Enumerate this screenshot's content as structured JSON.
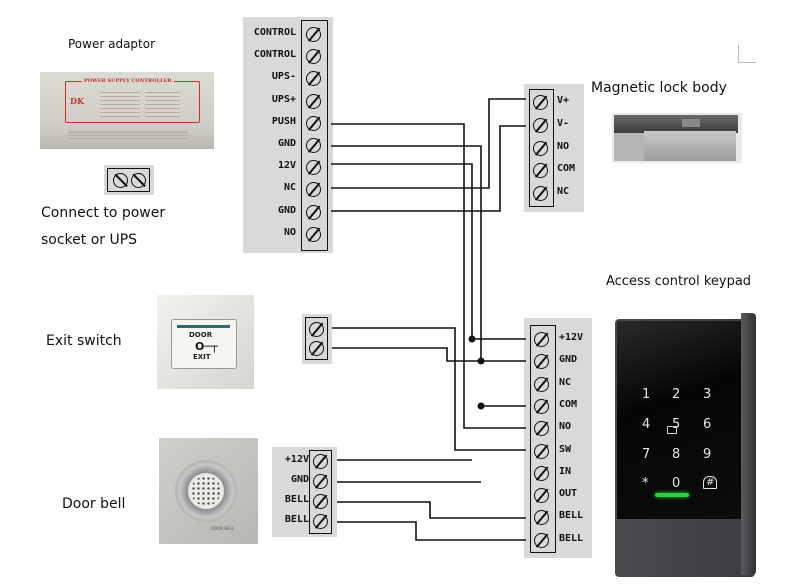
{
  "labels": {
    "power_adaptor": "Power adaptor",
    "connect_power_line1": "Connect to power",
    "connect_power_line2": "socket or UPS",
    "magnetic_lock": "Magnetic lock body",
    "keypad": "Access control keypad",
    "exit_switch": "Exit switch",
    "door_bell": "Door bell"
  },
  "power_supply": {
    "title": "POWER SUPPLY CONTROLLER",
    "brand": "DK",
    "terminals": [
      "CONTROL",
      "CONTROL",
      "UPS-",
      "UPS+",
      "PUSH",
      "GND",
      "12V",
      "NC",
      "GND",
      "NO"
    ]
  },
  "lock_terminals": [
    "V+",
    "V-",
    "NO",
    "COM",
    "NC"
  ],
  "keypad_terminals": [
    "+12V",
    "GND",
    "NC",
    "COM",
    "NO",
    "SW",
    "IN",
    "OUT",
    "BELL",
    "BELL"
  ],
  "bell_terminals": [
    "+12V",
    "GND",
    "BELL",
    "BELL"
  ],
  "exit_switch": {
    "line1": "DOOR",
    "line2": "EXIT"
  },
  "door_bell_brand": "DOOR BELL",
  "keypad_keys": [
    "1",
    "2",
    "3",
    "4",
    "5",
    "6",
    "7",
    "8",
    "9",
    "*",
    "0",
    "#"
  ],
  "colors": {
    "panel": "#d9d9d9",
    "wire": "#111111",
    "led": "#2ecc40",
    "keypad_body": "#3a3b3d"
  }
}
